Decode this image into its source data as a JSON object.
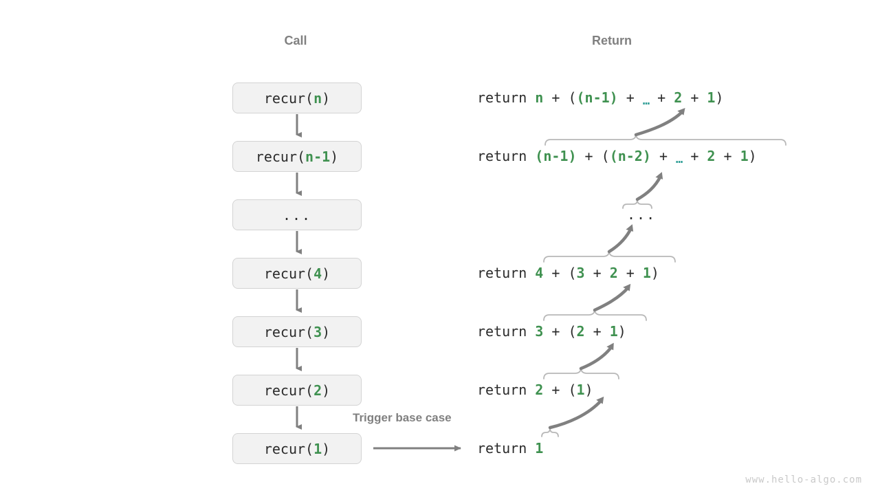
{
  "headers": {
    "call": "Call",
    "return": "Return"
  },
  "colors": {
    "accent_green": "#3f9150",
    "ellipsis_teal": "#2f9e96",
    "text": "#2b2b2b",
    "muted": "#808080",
    "box_fill": "#f2f2f2",
    "box_border": "#d3d3d3",
    "arrow": "#808080",
    "brace": "#b8b8b8",
    "watermark": "#c9c9c9"
  },
  "call_stack": [
    {
      "prefix": "recur(",
      "arg": "n",
      "suffix": ")",
      "is_ellipsis": false,
      "label": "recur(n)"
    },
    {
      "prefix": "recur(",
      "arg": "n-1",
      "suffix": ")",
      "is_ellipsis": false,
      "label": "recur(n-1)"
    },
    {
      "prefix": "",
      "arg": "",
      "suffix": "",
      "is_ellipsis": true,
      "label": "..."
    },
    {
      "prefix": "recur(",
      "arg": "4",
      "suffix": ")",
      "is_ellipsis": false,
      "label": "recur(4)"
    },
    {
      "prefix": "recur(",
      "arg": "3",
      "suffix": ")",
      "is_ellipsis": false,
      "label": "recur(3)"
    },
    {
      "prefix": "recur(",
      "arg": "2",
      "suffix": ")",
      "is_ellipsis": false,
      "label": "recur(2)"
    },
    {
      "prefix": "recur(",
      "arg": "1",
      "suffix": ")",
      "is_ellipsis": false,
      "label": "recur(1)"
    }
  ],
  "returns": [
    {
      "keyword": "return ",
      "is_ellipsis_row": false,
      "text": "return n + ((n-1) + … + 2 + 1)",
      "tokens": [
        {
          "t": "n",
          "c": "green"
        },
        {
          "t": " + (",
          "c": "black"
        },
        {
          "t": "(n-1)",
          "c": "green"
        },
        {
          "t": " + ",
          "c": "black"
        },
        {
          "t": "…",
          "c": "teal"
        },
        {
          "t": " + ",
          "c": "black"
        },
        {
          "t": "2",
          "c": "green"
        },
        {
          "t": " + ",
          "c": "black"
        },
        {
          "t": "1",
          "c": "green"
        },
        {
          "t": ")",
          "c": "black"
        }
      ]
    },
    {
      "keyword": "return ",
      "is_ellipsis_row": false,
      "text": "return (n-1) + ((n-2) + … + 2 + 1)",
      "tokens": [
        {
          "t": "(n-1)",
          "c": "green"
        },
        {
          "t": " + (",
          "c": "black"
        },
        {
          "t": "(n-2)",
          "c": "green"
        },
        {
          "t": " + ",
          "c": "black"
        },
        {
          "t": "…",
          "c": "teal"
        },
        {
          "t": " + ",
          "c": "black"
        },
        {
          "t": "2",
          "c": "green"
        },
        {
          "t": " + ",
          "c": "black"
        },
        {
          "t": "1",
          "c": "green"
        },
        {
          "t": ")",
          "c": "black"
        }
      ]
    },
    {
      "keyword": "",
      "is_ellipsis_row": true,
      "text": "...",
      "tokens": []
    },
    {
      "keyword": "return ",
      "is_ellipsis_row": false,
      "text": "return 4 + (3 + 2 + 1)",
      "tokens": [
        {
          "t": "4",
          "c": "green"
        },
        {
          "t": " + (",
          "c": "black"
        },
        {
          "t": "3",
          "c": "green"
        },
        {
          "t": " + ",
          "c": "black"
        },
        {
          "t": "2",
          "c": "green"
        },
        {
          "t": " + ",
          "c": "black"
        },
        {
          "t": "1",
          "c": "green"
        },
        {
          "t": ")",
          "c": "black"
        }
      ]
    },
    {
      "keyword": "return ",
      "is_ellipsis_row": false,
      "text": "return 3 + (2 + 1)",
      "tokens": [
        {
          "t": "3",
          "c": "green"
        },
        {
          "t": " + (",
          "c": "black"
        },
        {
          "t": "2",
          "c": "green"
        },
        {
          "t": " + ",
          "c": "black"
        },
        {
          "t": "1",
          "c": "green"
        },
        {
          "t": ")",
          "c": "black"
        }
      ]
    },
    {
      "keyword": "return ",
      "is_ellipsis_row": false,
      "text": "return 2 + (1)",
      "tokens": [
        {
          "t": "2",
          "c": "green"
        },
        {
          "t": " + (",
          "c": "black"
        },
        {
          "t": "1",
          "c": "green"
        },
        {
          "t": ")",
          "c": "black"
        }
      ]
    },
    {
      "keyword": "return ",
      "is_ellipsis_row": false,
      "text": "return 1",
      "tokens": [
        {
          "t": "1",
          "c": "green"
        }
      ]
    }
  ],
  "annotations": {
    "trigger_base_case": "Trigger base case"
  },
  "watermark": "www.hello-algo.com"
}
